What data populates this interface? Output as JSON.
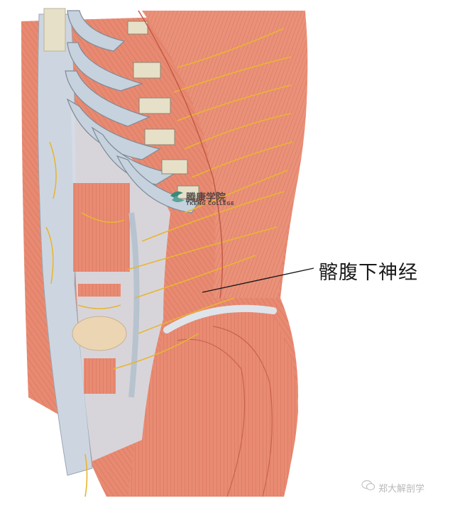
{
  "figure": {
    "subject": "lateral-anterior abdominal wall musculature with nerves",
    "colors": {
      "muscle": "#e88a72",
      "muscle_dark": "#d56b55",
      "fascia": "#c9d3dd",
      "cartilage": "#e7e0c8",
      "nerve": "#e9b531",
      "label_line": "#1a1a1a"
    }
  },
  "annotation": {
    "label": "髂腹下神经"
  },
  "watermark": {
    "name": "腾康学院",
    "subtitle": "TKENG COLLEGE"
  },
  "footer": {
    "icon": "wechat-icon",
    "text": "郑大解剖学"
  }
}
